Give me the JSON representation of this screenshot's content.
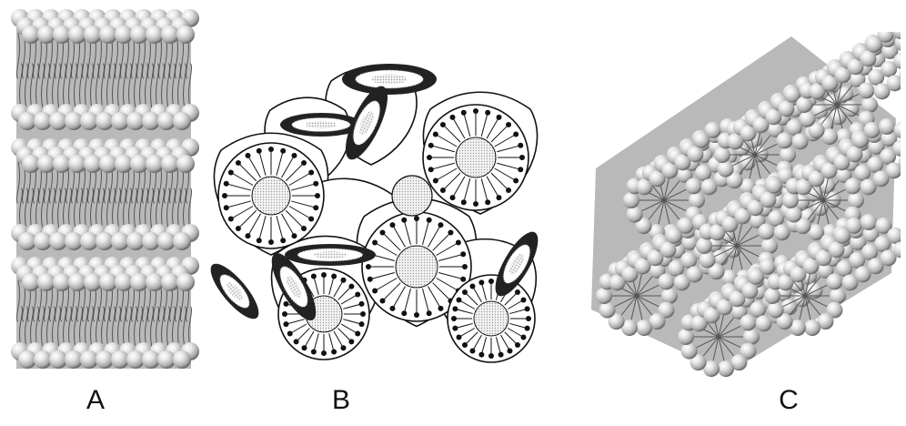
{
  "panels": [
    {
      "label": "A",
      "structure": "lamellar-bilayer-stack"
    },
    {
      "label": "B",
      "structure": "micellar-cubic-packing"
    },
    {
      "label": "C",
      "structure": "hexagonal-cylindrical-micelles"
    }
  ],
  "colors": {
    "sphere_light": "#e6e6e6",
    "sphere_mid": "#a9a9a9",
    "sphere_dark": "#6a6a6a",
    "slab_gray": "#b9b9b9",
    "tail": "#555555",
    "core_dots": "#cfcfcf",
    "outline": "#111111"
  }
}
